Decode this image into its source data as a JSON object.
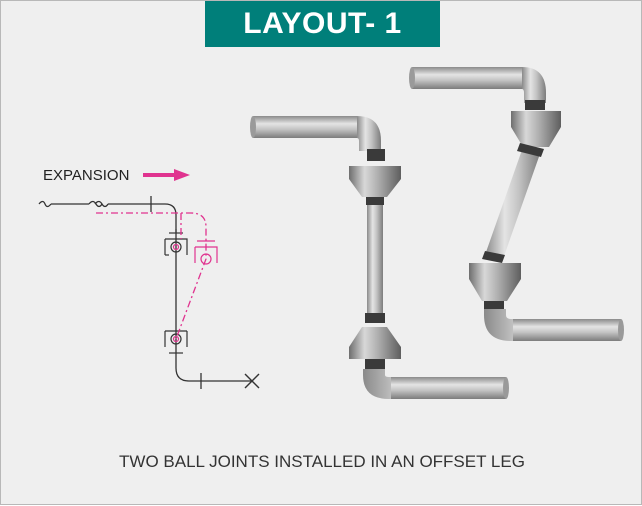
{
  "title": "LAYOUT- 1",
  "caption": "TWO BALL JOINTS INSTALLED IN AN OFFSET LEG",
  "schematic": {
    "label": "EXPANSION",
    "colors": {
      "accent": "#e0338f",
      "line": "#333333"
    }
  },
  "colors": {
    "banner": "#007f7a",
    "background": "#efefef",
    "pipe": "#b4b4b4"
  },
  "icons": [
    "expansion-arrow-icon",
    "anchor-x-icon",
    "ball-joint-symbol-icon"
  ]
}
